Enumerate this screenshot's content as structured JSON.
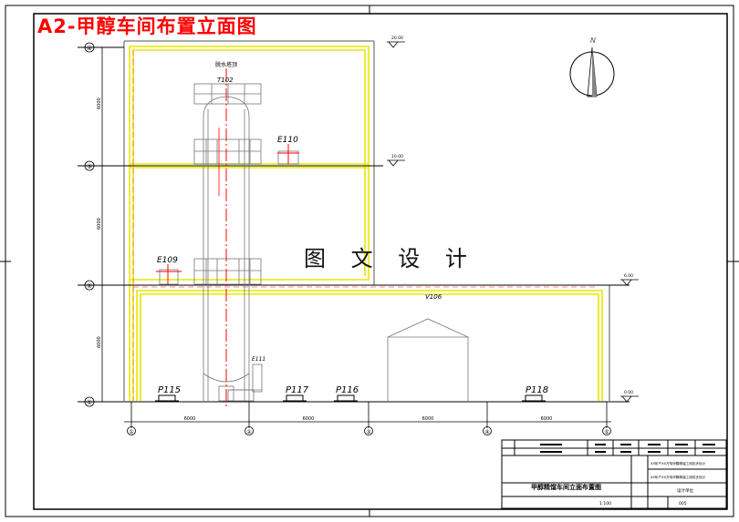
{
  "title": "A2-甲醇车间布置立面图",
  "watermark": "图 文 设 计",
  "north_label": "N",
  "equipment": {
    "tower_caption": "脱水塔顶",
    "t102": "T102",
    "e110": "E110",
    "e109": "E109",
    "v106": "V106",
    "e111": "E111",
    "p115": "P115",
    "p117": "P117",
    "p116": "P116",
    "p118": "P118"
  },
  "grid_labels": {
    "bottom": [
      "①",
      "②",
      "③",
      "④",
      "⑤"
    ],
    "left": [
      "④",
      "③",
      "②",
      "①"
    ]
  },
  "dimensions": {
    "horizontal": [
      "6000",
      "6000",
      "6000",
      "6000"
    ],
    "vertical": [
      "6000",
      "6000",
      "6000"
    ]
  },
  "elevations": [
    "20.00",
    "10.00",
    "6.00",
    "0.00"
  ],
  "title_block": {
    "drawing_name": "甲醇精馏车间立面布置图",
    "project_line_1": "XX年产XX万吨甲醇精馏工段初步设计",
    "project_line_2": "XX年产XX万吨甲醇精馏工段初步设计",
    "scale": "1:100",
    "sheet": "005",
    "design_label": "设计单位"
  },
  "colors": {
    "wall_yellow": "#e8e800",
    "centerline_red": "#ff0000",
    "title_red": "#ff0000",
    "ink": "#000000",
    "equipment_gray": "#888888"
  }
}
